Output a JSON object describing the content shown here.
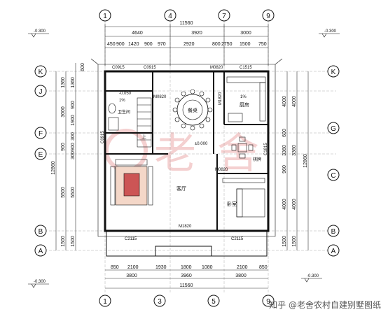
{
  "axes_top": [
    "1",
    "4",
    "7",
    "9"
  ],
  "axes_bottom": [
    "1",
    "3",
    "5",
    "9"
  ],
  "axes_left": [
    "K",
    "J",
    "F",
    "E",
    "B",
    "A"
  ],
  "axes_right": [
    "K",
    "G",
    "C",
    "B",
    "A"
  ],
  "top_dims": {
    "overall": "11560",
    "row2": [
      "4640",
      "3920",
      "3000"
    ],
    "row3": [
      "450",
      "900",
      "1420",
      "900",
      "970",
      "2920",
      "800",
      "2750",
      "1500",
      "750"
    ]
  },
  "bottom_dims": {
    "row1": [
      "850",
      "2100",
      "1930",
      "1800",
      "1080",
      "2100",
      "850"
    ],
    "row2": [
      "3800",
      "3960",
      "3800"
    ],
    "overall": "11560"
  },
  "left_dims": {
    "outer": [
      "1360",
      "3000",
      "1900",
      "300",
      "900",
      "5500",
      "1500"
    ],
    "inner": [
      "1360",
      "900",
      "900",
      "300",
      "5500",
      "1500"
    ],
    "overall": "12860",
    "top_small": "600"
  },
  "right_dims": {
    "inner": [
      "4000",
      "600",
      "3360",
      "960",
      "4000",
      "1500"
    ],
    "outer": [
      "4000",
      "3360",
      "4000",
      "1500"
    ],
    "overall": "12860"
  },
  "levels": [
    "-0.300",
    "-0.300",
    "-0.300",
    "-0.300",
    "-0.050",
    "±0.000"
  ],
  "windows": [
    "C0915",
    "C0915",
    "M0820",
    "C1515",
    "C0915",
    "M0820",
    "C1815",
    "M0820",
    "C2115",
    "C2115",
    "M1820",
    "M1820"
  ],
  "rooms": {
    "dining": "餐桌",
    "kitchen": "厨房",
    "bath_label": "1%",
    "bathroom": "卫生间",
    "living": "客厅",
    "bedroom": "卧室",
    "stairs_up": "上",
    "chess": "棋牌",
    "kitchen_pct": "1%"
  },
  "watermark": "知乎 @老舍农村自建别墅图纸",
  "colors": {
    "line": "#111111",
    "dim": "#333333",
    "stamp": "#e07a7a"
  }
}
